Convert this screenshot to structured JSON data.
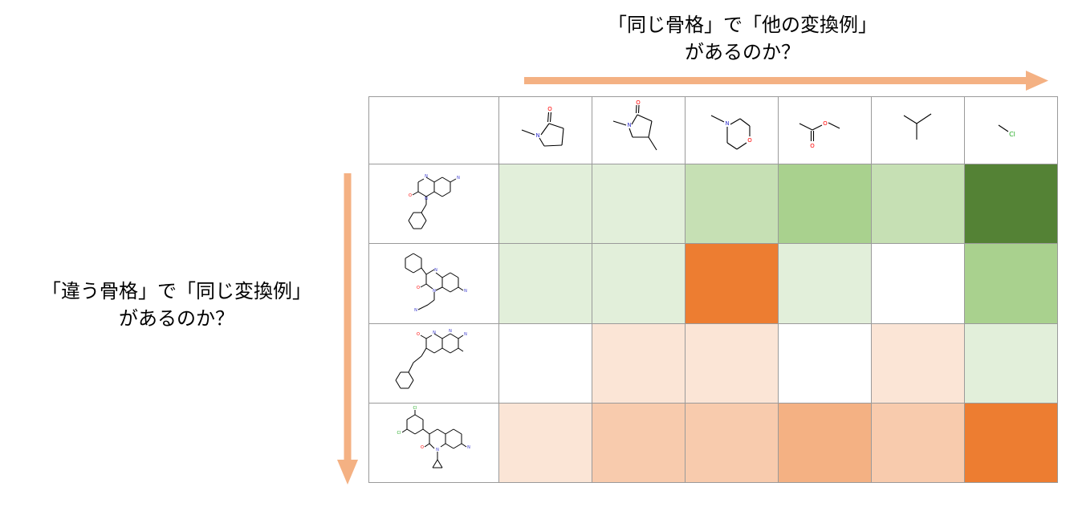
{
  "captions": {
    "top": [
      "「同じ骨格」で「他の変換例」",
      "があるのか？"
    ],
    "left": [
      "「違う骨格」で「同じ変換例」",
      "があるのか？"
    ]
  },
  "colors": {
    "arrow": "#f4b183",
    "grid_line": "#9a9a9a",
    "bond": "#000000",
    "nitrogen": "#3333cc",
    "oxygen": "#ff0000",
    "chlorine": "#22aa22"
  },
  "column_structures": [
    {
      "icon": "n-methylpyrrolidinone-icon"
    },
    {
      "icon": "methyl-n-methylpyrrolidinone-icon"
    },
    {
      "icon": "n-methylmorpholine-icon"
    },
    {
      "icon": "methyl-ester-icon"
    },
    {
      "icon": "isopropyl-icon"
    },
    {
      "icon": "chloromethyl-icon",
      "atom_label": "Cl"
    }
  ],
  "row_structures": [
    {
      "icon": "benzyl-quinoxalinone-icon"
    },
    {
      "icon": "phenyl-cyanomethyl-quinoxalinone-icon"
    },
    {
      "icon": "phenethyl-pyridopyrazinone-icon"
    },
    {
      "icon": "dichlorophenyl-cyclopropyl-quinolinone-icon",
      "atom_label": "Cl"
    }
  ],
  "heatmap": {
    "cells": [
      [
        "#e2efda",
        "#e2efda",
        "#c6e0b4",
        "#a9d18e",
        "#c6e0b4",
        "#548235"
      ],
      [
        "#e2efda",
        "#e2efda",
        "#ed7d31",
        "#e2efda",
        "#ffffff",
        "#a9d18e"
      ],
      [
        "#ffffff",
        "#fbe5d6",
        "#fbe5d6",
        "#ffffff",
        "#fbe5d6",
        "#e2efda"
      ],
      [
        "#fbe5d6",
        "#f8cbad",
        "#f8cbad",
        "#f4b183",
        "#f8cbad",
        "#ed7d31"
      ]
    ]
  }
}
